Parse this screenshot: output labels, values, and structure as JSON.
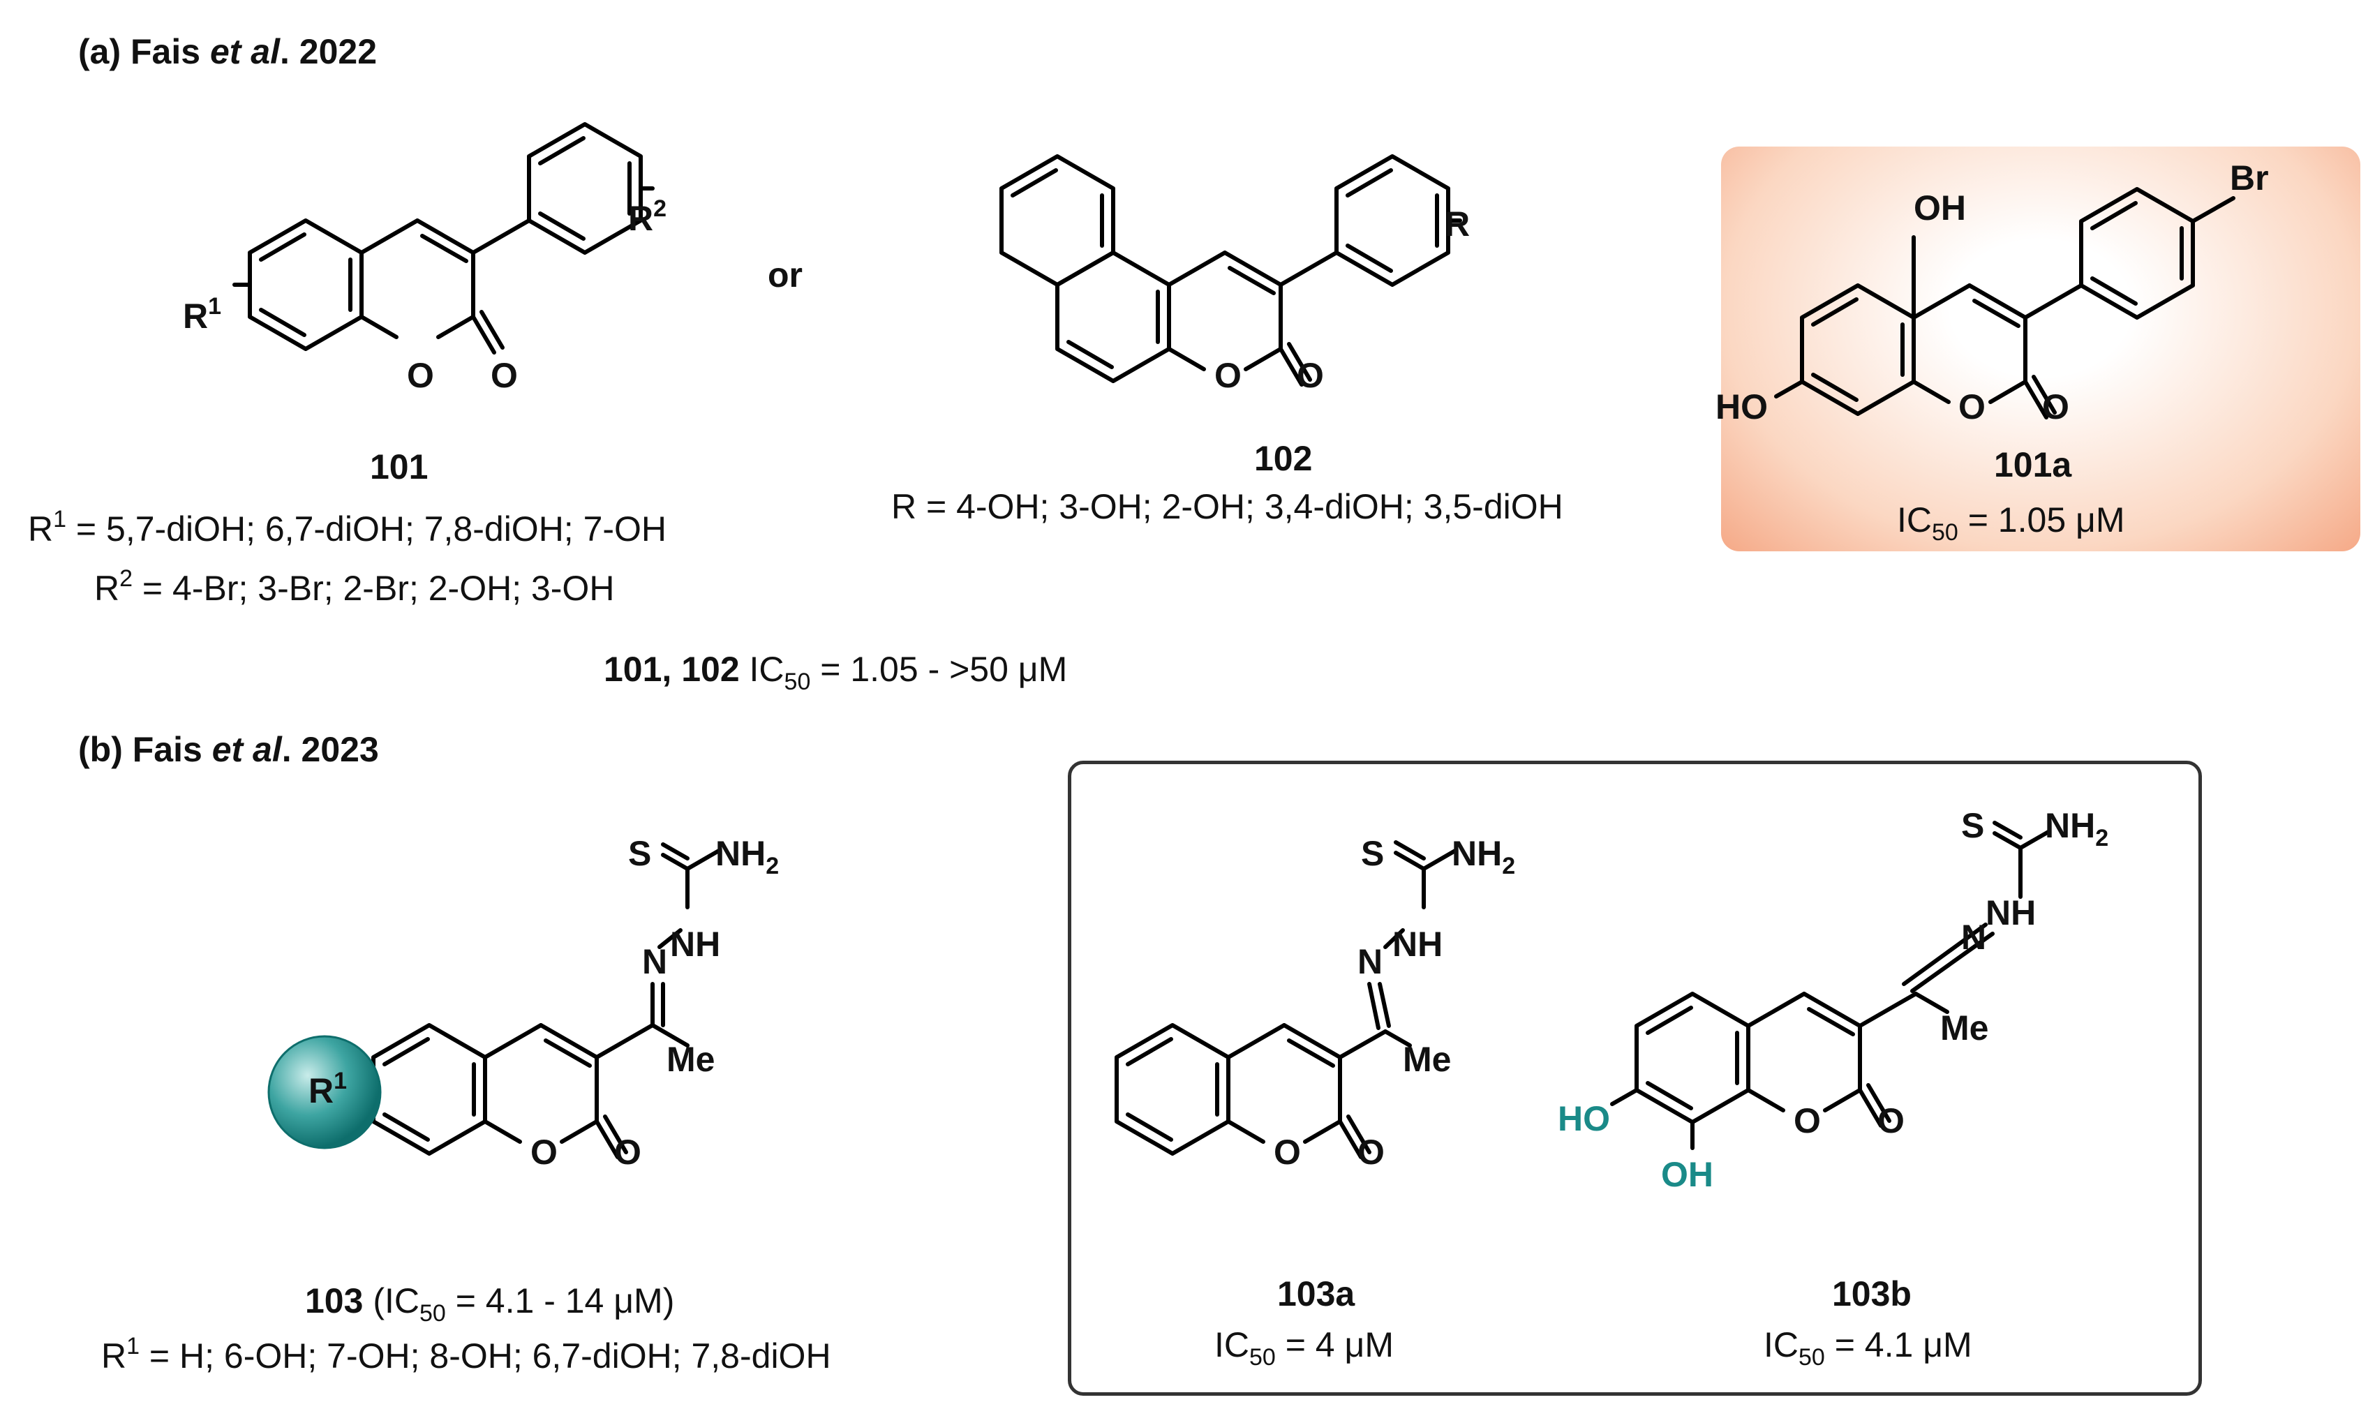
{
  "section_a": {
    "title_prefix": "(a) Fais ",
    "title_italic": "et al",
    "title_suffix": ". 2022"
  },
  "section_b": {
    "title_prefix": "(b) Fais ",
    "title_italic": "et al",
    "title_suffix": ". 2023"
  },
  "compound_101": {
    "id": "101",
    "r1_label": "R",
    "r1_sup": "1",
    "r1_values": " = 5,7-diOH; 6,7-diOH; 7,8-diOH; 7-OH",
    "r2_label": "R",
    "r2_sup": "2",
    "r2_values": " = 4-Br; 3-Br; 2-Br; 2-OH; 3-OH"
  },
  "connector_or": "or",
  "compound_102": {
    "id": "102",
    "r_values": "R = 4-OH; 3-OH; 2-OH; 3,4-diOH; 3,5-diOH"
  },
  "compound_101a": {
    "id": "101a",
    "ic50_label": "IC",
    "ic50_sub": "50",
    "ic50_value": " = 1.05 μM"
  },
  "range_ab": {
    "ids": "101, 102",
    "ic50_label": " IC",
    "ic50_sub": "50",
    "ic50_value": " = 1.05 - >50 μM"
  },
  "compound_103": {
    "id": "103",
    "ic50_open": " (IC",
    "ic50_sub": "50",
    "ic50_value": " = 4.1 - 14 μM)",
    "r1_label": "R",
    "r1_sup": "1",
    "r1_values": " = H; 6-OH; 7-OH; 8-OH; 6,7-diOH; 7,8-diOH"
  },
  "compound_103a": {
    "id": "103a",
    "ic50_label": "IC",
    "ic50_sub": "50",
    "ic50_value": " = 4 μM"
  },
  "compound_103b": {
    "id": "103b",
    "ic50_label": "IC",
    "ic50_sub": "50",
    "ic50_value": " = 4.1 μM"
  },
  "atoms": {
    "o": "O",
    "oh": "OH",
    "ho": "HO",
    "br": "Br",
    "r": "R",
    "r_sup1": "1",
    "r_sup2": "2",
    "s": "S",
    "nh": "NH",
    "nh2": "NH",
    "nh2_sub": "2",
    "n": "N",
    "me": "Me"
  },
  "colors": {
    "highlight_orange": "#f5a987",
    "teal": "#1a8a88",
    "bond": "#000000"
  }
}
